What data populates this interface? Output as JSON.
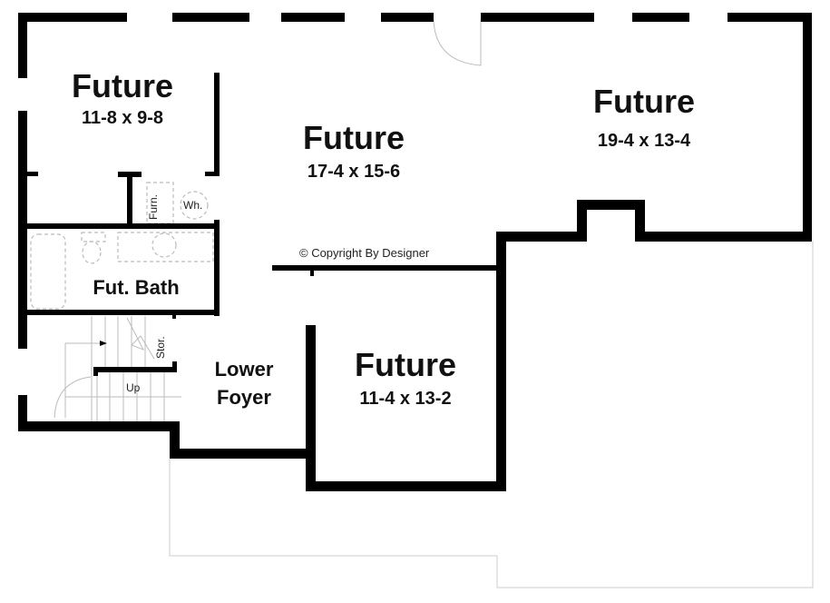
{
  "rooms": [
    {
      "name": "Future",
      "size": "11-8 x 9-8"
    },
    {
      "name": "Future",
      "size": "17-4 x 15-6"
    },
    {
      "name": "Future",
      "size": "19-4 x 13-4"
    },
    {
      "name": "Future",
      "size": "11-4 x 13-2"
    }
  ],
  "bath": "Fut. Bath",
  "foyer": [
    "Lower",
    "Foyer"
  ],
  "furnace": "Furn.",
  "water_heater": "Wh.",
  "storage": "Stor.",
  "stairs": "Up",
  "copyright": "© Copyright By Designer",
  "colors": {
    "wall": "#000000",
    "fixture": "#bbbbbb",
    "site_line": "#cccccc"
  }
}
